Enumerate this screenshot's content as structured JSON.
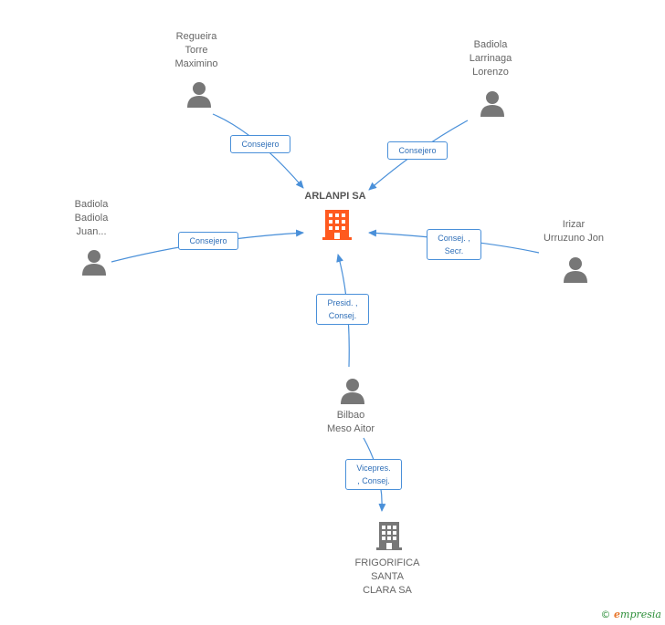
{
  "diagram": {
    "center": {
      "name": "ARLANPI SA",
      "color": "#ff5a1f"
    },
    "persons": [
      {
        "id": "regueira",
        "label": "Regueira\nTorre\nMaximino"
      },
      {
        "id": "badiola_larrinaga",
        "label": "Badiola\nLarrinaga\nLorenzo"
      },
      {
        "id": "badiola_juan",
        "label": "Badiola\nBadiola\nJuan..."
      },
      {
        "id": "irizar",
        "label": "Irizar\nUrruzuno Jon"
      },
      {
        "id": "bilbao",
        "label": "Bilbao\nMeso Aitor"
      }
    ],
    "companies": [
      {
        "id": "frigorifica",
        "label": "FRIGORIFICA\nSANTA\nCLARA SA",
        "color": "#777777"
      }
    ],
    "edges": [
      {
        "from": "regueira",
        "to": "ARLANPI SA",
        "role": "Consejero"
      },
      {
        "from": "badiola_larrinaga",
        "to": "ARLANPI SA",
        "role": "Consejero"
      },
      {
        "from": "badiola_juan",
        "to": "ARLANPI SA",
        "role": "Consejero"
      },
      {
        "from": "irizar",
        "to": "ARLANPI SA",
        "role": "Consej. ,\nSecr."
      },
      {
        "from": "bilbao",
        "to": "ARLANPI SA",
        "role": "Presid. ,\nConsej."
      },
      {
        "from": "bilbao",
        "to": "frigorifica",
        "role": "Vicepres.\n, Consej."
      }
    ],
    "edge_color": "#4a90d9",
    "person_icon_color": "#777777"
  },
  "footer": {
    "copyright": "©",
    "brand_initial": "e",
    "brand_rest": "mpresia"
  }
}
